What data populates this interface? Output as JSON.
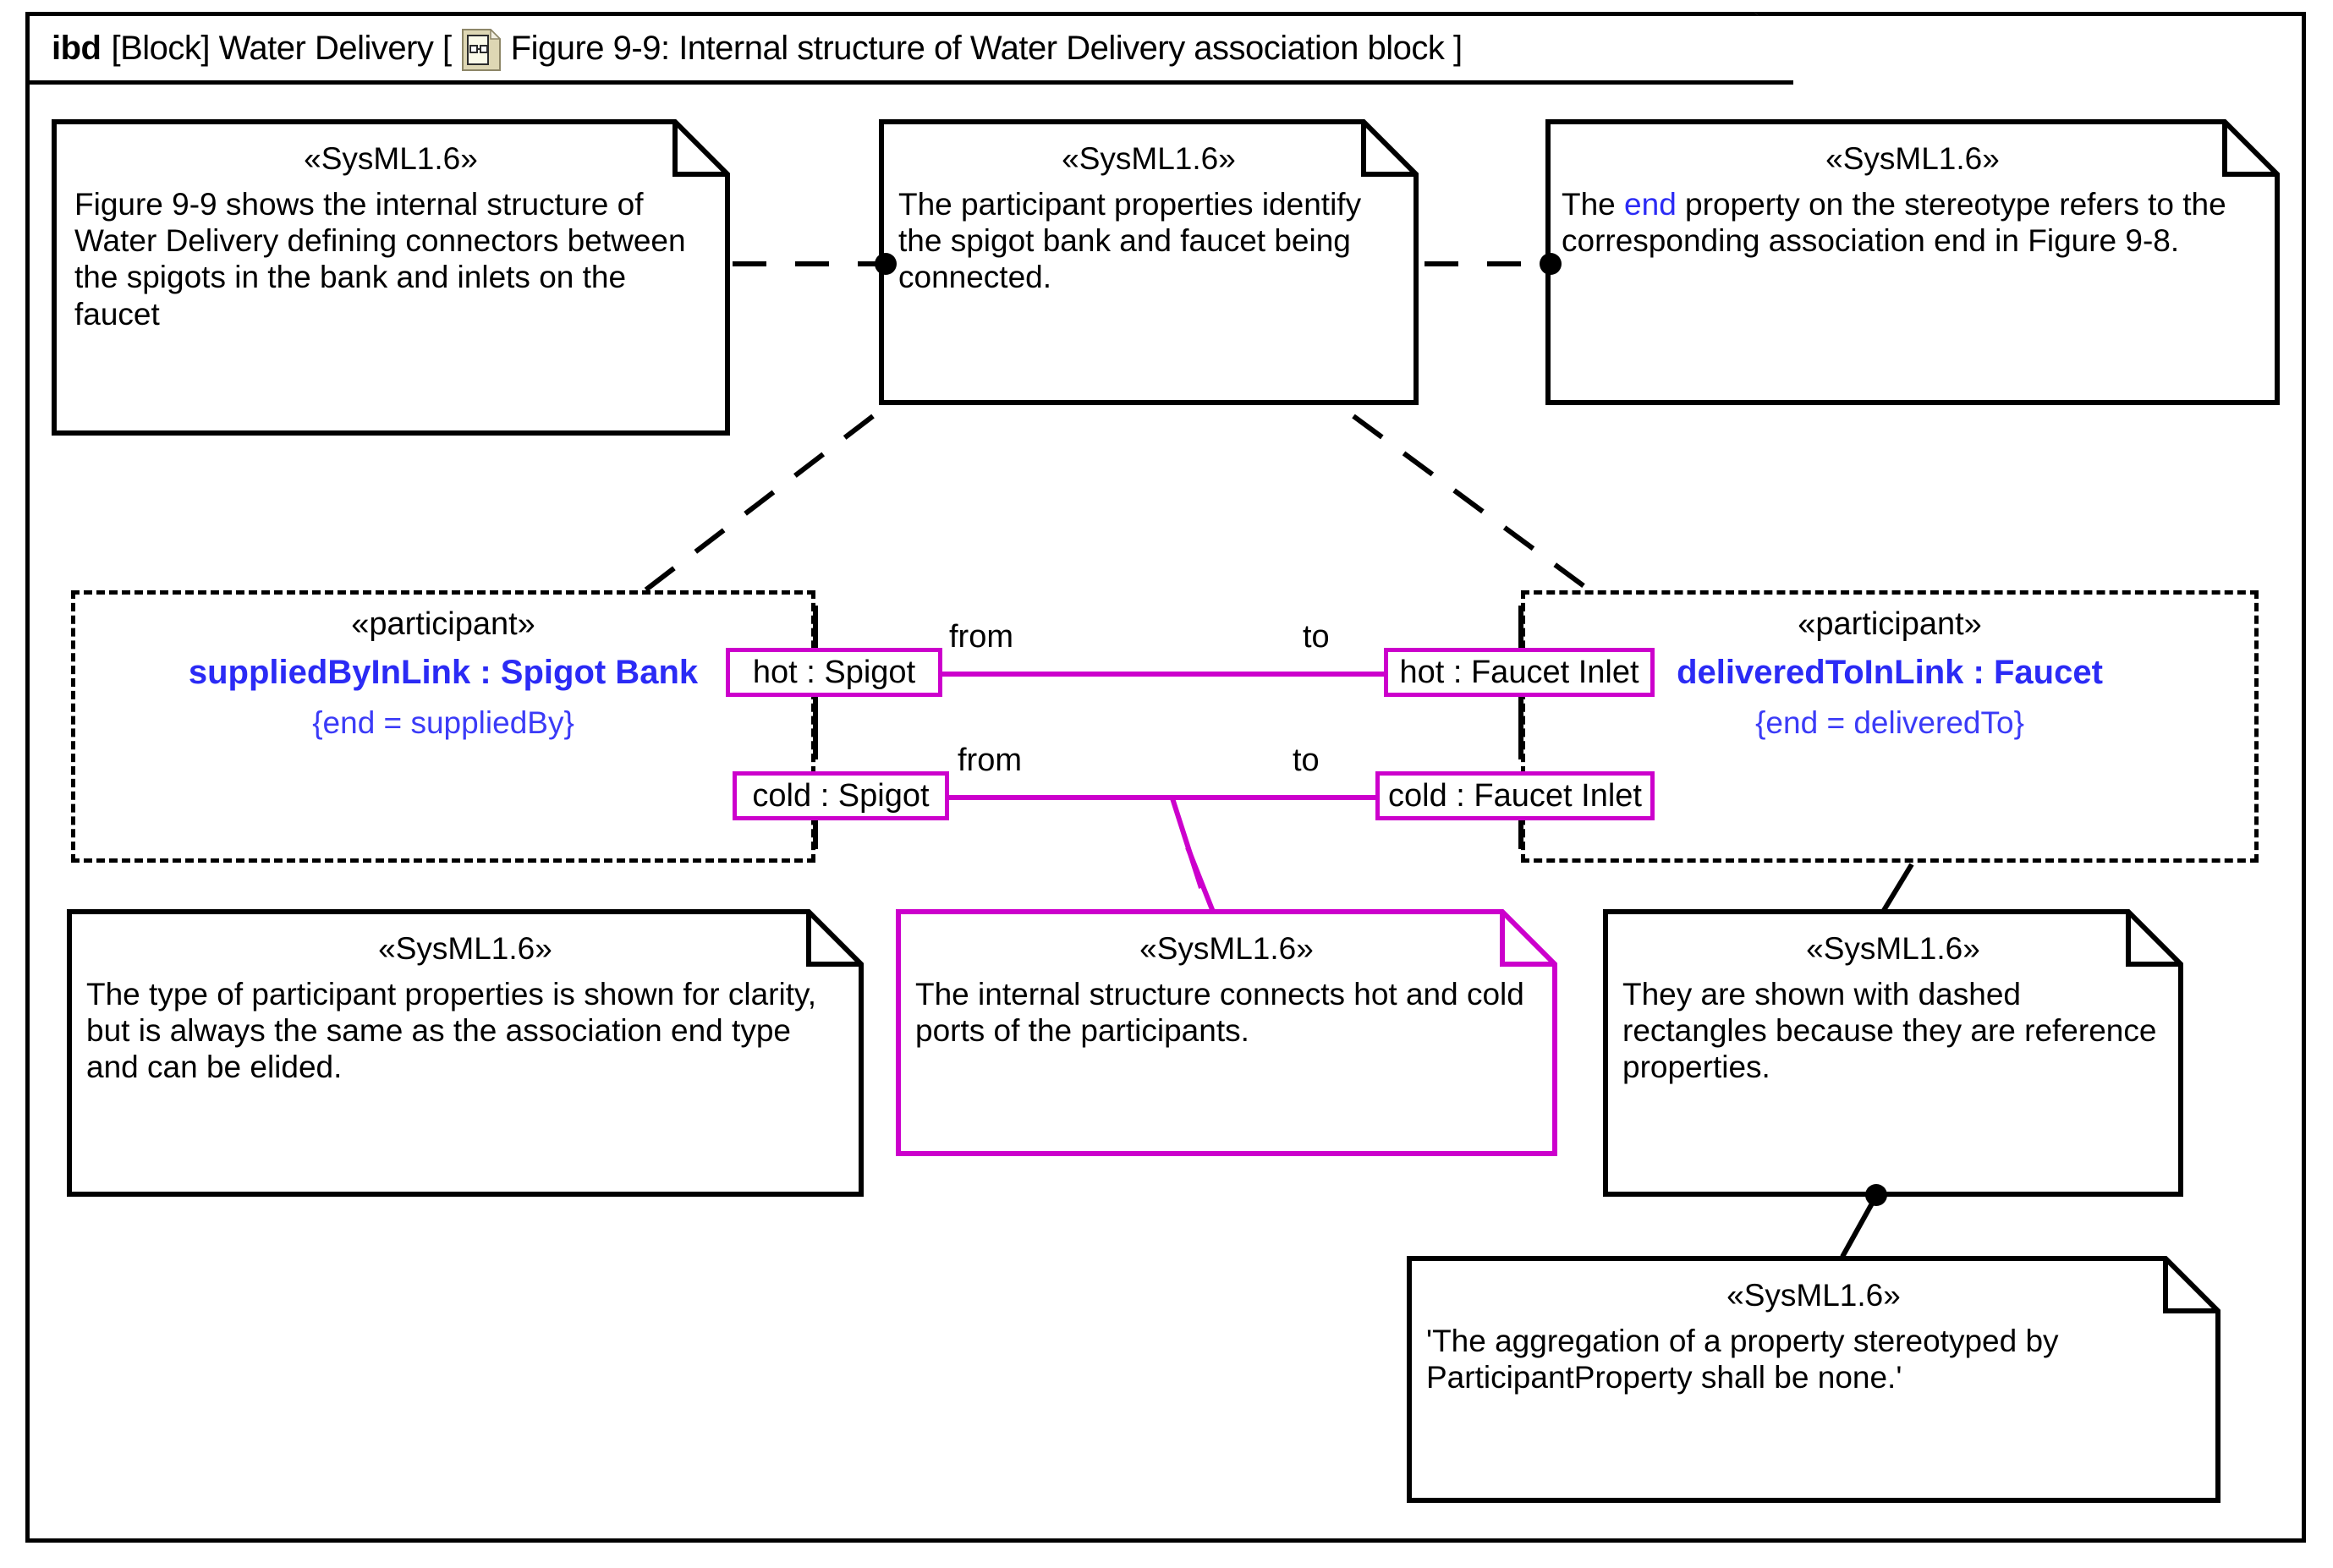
{
  "header": {
    "kind": "ibd",
    "rest_before_icon": "[Block] Water Delivery [",
    "icon": "block-diagram-icon",
    "rest_after_icon": "Figure 9-9: Internal structure of Water Delivery association block ]"
  },
  "notes": {
    "n1": {
      "stereotype": "«SysML1.6»",
      "text": "Figure 9-9 shows the internal structure of Water Delivery defining connectors between the spigots in the bank and inlets on the faucet"
    },
    "n2": {
      "stereotype": "«SysML1.6»",
      "text": "The participant properties identify the spigot bank and faucet being connected."
    },
    "n3": {
      "stereotype": "«SysML1.6»",
      "text_part1": "The ",
      "keyword": "end",
      "text_part2": " property on the stereotype refers to the corresponding association end in Figure 9-8."
    },
    "n4": {
      "stereotype": "«SysML1.6»",
      "text": "The type of participant properties is shown for clarity, but is always the same as the association end type and can be elided."
    },
    "n5": {
      "stereotype": "«SysML1.6»",
      "text": "The internal structure connects hot and cold ports of the participants.",
      "border_color": "#cc00cc"
    },
    "n6": {
      "stereotype": "«SysML1.6»",
      "text": "They are shown with dashed rectangles because they are reference properties."
    },
    "n7": {
      "stereotype": "«SysML1.6»",
      "text": "'The aggregation of a property stereotyped by ParticipantProperty shall be none.'"
    }
  },
  "participants": {
    "left": {
      "stereotype": "«participant»",
      "name": "suppliedByInLink : Spigot Bank",
      "end_constraint": "{end = suppliedBy}"
    },
    "right": {
      "stereotype": "«participant»",
      "name": "deliveredToInLink : Faucet",
      "end_constraint": "{end = deliveredTo}"
    }
  },
  "ports": {
    "hot_spigot": "hot : Spigot",
    "hot_faucet_inlet": "hot : Faucet Inlet",
    "cold_spigot": "cold : Spigot",
    "cold_faucet_inlet": "cold : Faucet Inlet"
  },
  "connector_labels": {
    "hot_from": "from",
    "hot_to": "to",
    "cold_from": "from",
    "cold_to": "to"
  },
  "colors": {
    "connector": "#cc00cc",
    "participant_name": "#2b2bf5",
    "end_constraint": "#3b3bf7",
    "keyword": "#2b2bf5",
    "frame": "#000000"
  }
}
